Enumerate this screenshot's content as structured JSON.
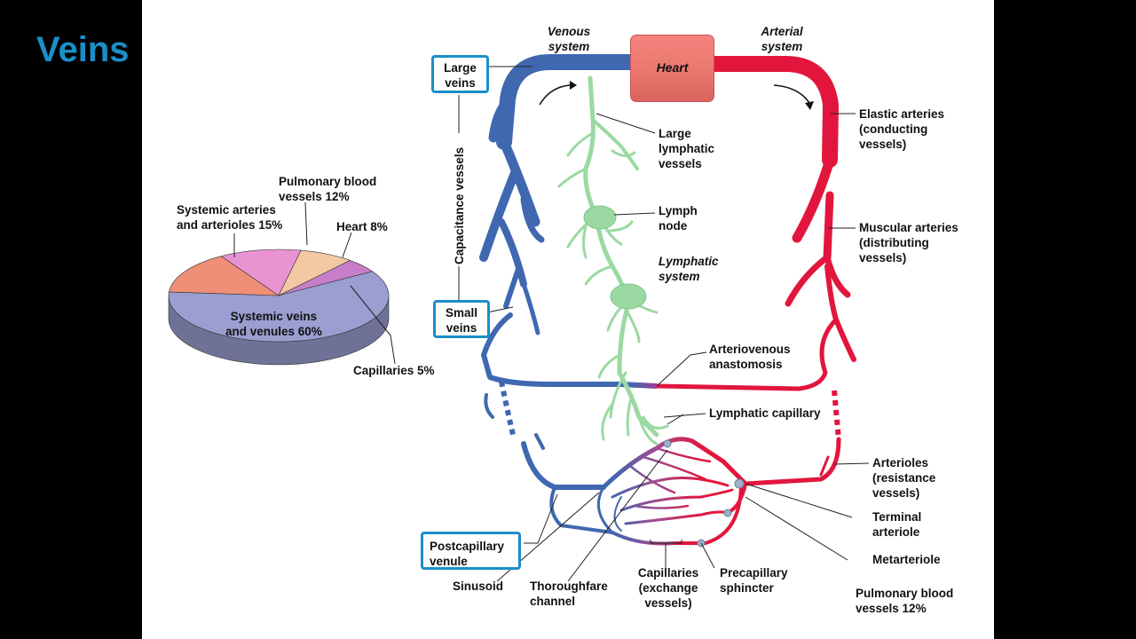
{
  "slide": {
    "title": "Veins"
  },
  "pie": {
    "type": "pie",
    "slices": [
      {
        "label": "Systemic veins and venules 60%",
        "line1": "Systemic veins",
        "line2": "and venules 60%",
        "value": 60,
        "color": "#9a9ed0"
      },
      {
        "label": "Systemic arteries and arterioles 15%",
        "line1": "Systemic arteries",
        "line2": "and arterioles 15%",
        "value": 15,
        "color": "#ef8f78"
      },
      {
        "label": "Pulmonary blood vessels 12%",
        "line1": "Pulmonary blood",
        "line2": "vessels 12%",
        "value": 12,
        "color": "#e993d2"
      },
      {
        "label": "Heart 8%",
        "line1": "Heart 8%",
        "line2": "",
        "value": 8,
        "color": "#f3c9a4"
      },
      {
        "label": "Capillaries 5%",
        "line1": "Capillaries 5%",
        "line2": "",
        "value": 5,
        "color": "#c77ec8"
      }
    ]
  },
  "diagram": {
    "heart": "Heart",
    "venous_system": [
      "Venous",
      "system"
    ],
    "arterial_system": [
      "Arterial",
      "system"
    ],
    "capacitance_vessels": "Capacitance vessels",
    "large_veins": [
      "Large",
      "veins"
    ],
    "small_veins": [
      "Small",
      "veins"
    ],
    "postcapillary_venule": [
      "Postcapillary",
      "venule"
    ],
    "large_lymphatic": [
      "Large",
      "lymphatic",
      "vessels"
    ],
    "lymph_node": [
      "Lymph",
      "node"
    ],
    "lymphatic_system": [
      "Lymphatic",
      "system"
    ],
    "elastic_arteries": [
      "Elastic arteries",
      "(conducting",
      "vessels)"
    ],
    "muscular_arteries": [
      "Muscular arteries",
      "(distributing",
      "vessels)"
    ],
    "arteriovenous": [
      "Arteriovenous",
      "anastomosis"
    ],
    "lymphatic_capillary": "Lymphatic capillary",
    "arterioles": [
      "Arterioles",
      "(resistance",
      "vessels)"
    ],
    "terminal_arteriole": [
      "Terminal",
      "arteriole"
    ],
    "metarteriole": "Metarteriole",
    "sinusoid": "Sinusoid",
    "thoroughfare": [
      "Thoroughfare",
      "channel"
    ],
    "capillaries": [
      "Capillaries",
      "(exchange",
      "vessels)"
    ],
    "precapillary": [
      "Precapillary",
      "sphincter"
    ],
    "pulmonary_note": [
      "Pulmonary blood",
      "vessels 12%"
    ]
  },
  "colors": {
    "title": "#1a8fc8",
    "vein": "#3f68b0",
    "artery": "#e2163d",
    "lymph": "#9bd9a2",
    "box_border": "#1a8fc8"
  }
}
